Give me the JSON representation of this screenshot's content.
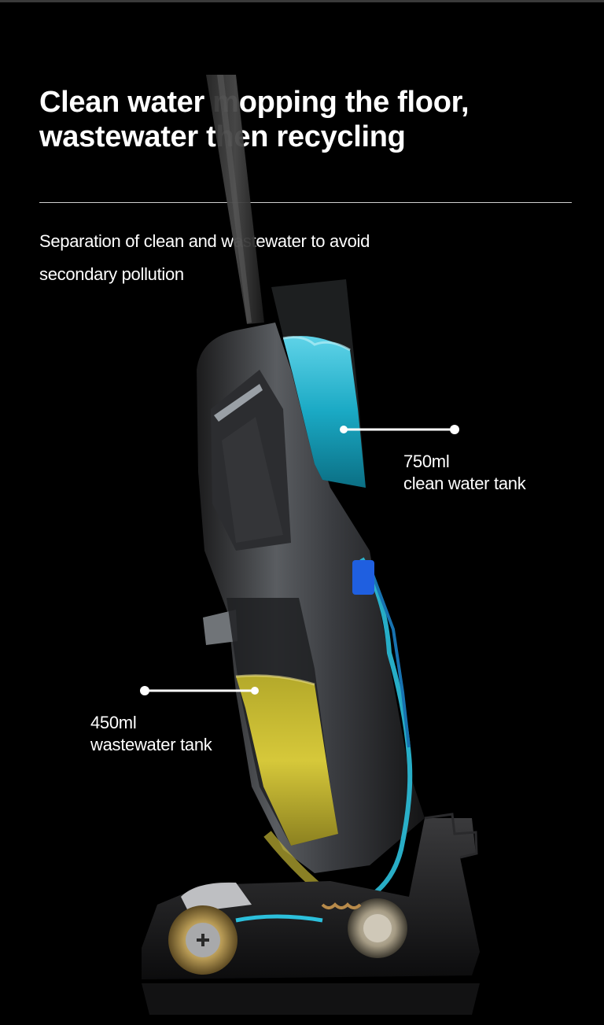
{
  "headline": {
    "line1": "Clean water mopping the floor,",
    "line2": "wastewater then recycling"
  },
  "subtext": {
    "line1": "Separation of clean and wastewater to avoid",
    "line2": "secondary pollution"
  },
  "callouts": {
    "clean_tank": {
      "volume": "750ml",
      "label": "clean water tank"
    },
    "waste_tank": {
      "volume": "450ml",
      "label": "wastewater tank"
    }
  },
  "colors": {
    "background": "#000000",
    "text": "#ffffff",
    "clean_water": "#1aa9c4",
    "wastewater": "#d6c83a"
  }
}
